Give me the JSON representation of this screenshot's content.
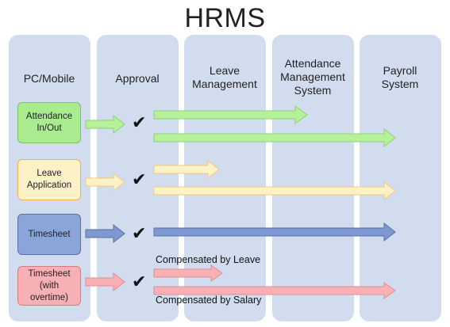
{
  "title": "HRMS",
  "columns": [
    {
      "label": "PC/Mobile"
    },
    {
      "label": "Approval"
    },
    {
      "label": "Leave\nManagement"
    },
    {
      "label": "Attendance\nManagement\nSystem"
    },
    {
      "label": "Payroll\nSystem"
    }
  ],
  "inputs": [
    {
      "label": "Attendance\nIn/Out",
      "color": "#a9ec90"
    },
    {
      "label": "Leave\nApplication",
      "color": "#fdf1c8"
    },
    {
      "label": "Timesheet",
      "color": "#8aa5d8"
    },
    {
      "label": "Timesheet\n(with\novertime)",
      "color": "#f7b1b4"
    }
  ],
  "approval_mark": "✔",
  "captions": {
    "compensated_by_leave": "Compensated by Leave",
    "compensated_by_salary": "Compensated by Salary"
  },
  "arrow_colors": {
    "green": "#b7f09a",
    "green_stroke": "#8cd36a",
    "yellow": "#fdf1c8",
    "yellow_stroke": "#f3c97a",
    "blue": "#7f98d2",
    "blue_stroke": "#5670a8",
    "pink": "#f7b1b4",
    "pink_stroke": "#e08c90"
  }
}
